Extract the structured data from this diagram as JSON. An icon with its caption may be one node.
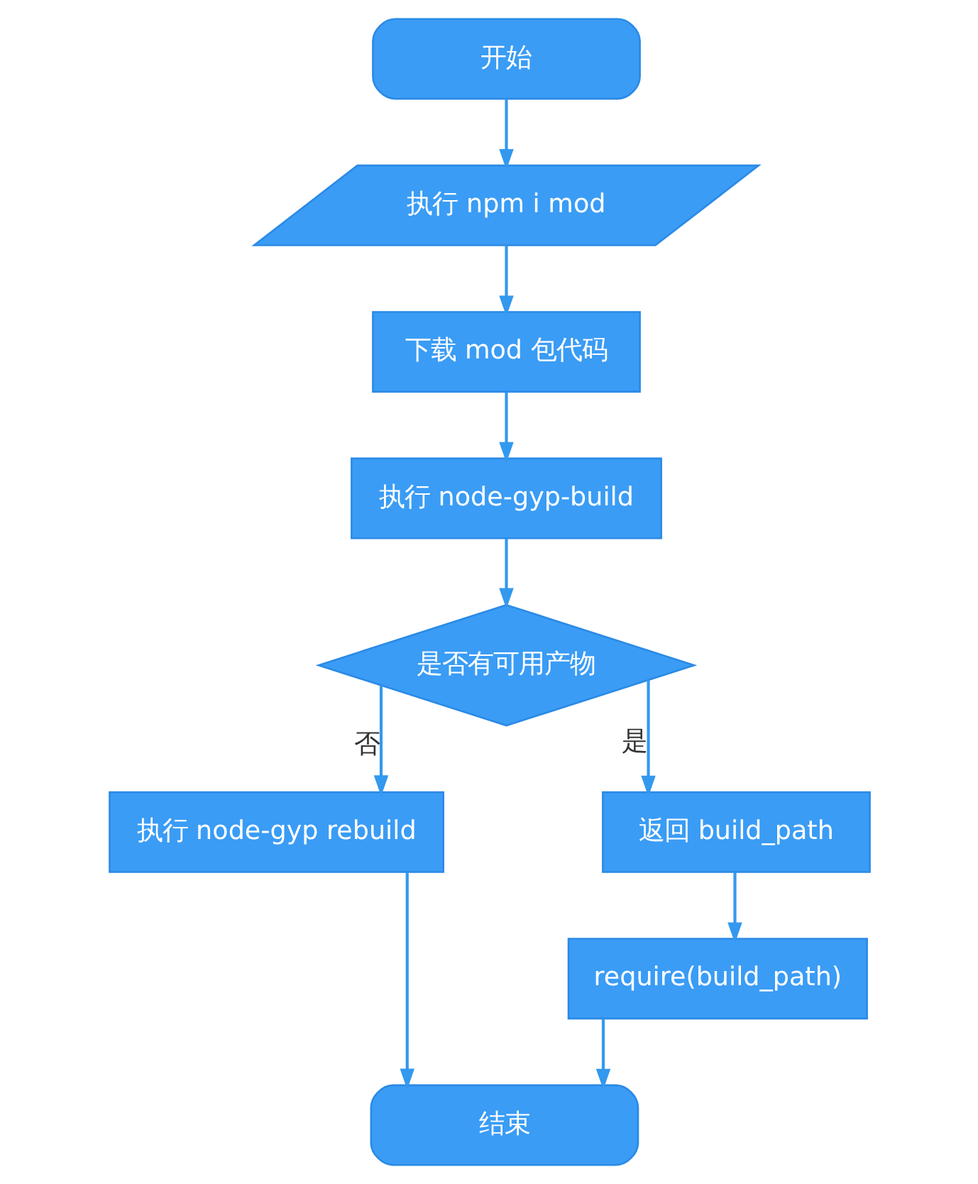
{
  "diagram": {
    "nodes": [
      {
        "text": [
          "开始"
        ]
      },
      {
        "text": [
          "执行 npm i mod"
        ]
      },
      {
        "text": [
          "下载 mod 包代码"
        ]
      },
      {
        "text": [
          "执行 node-gyp-build"
        ]
      },
      {
        "text": [
          "是否有可用产物"
        ]
      },
      {
        "text": [
          "执行 node-gyp rebuild"
        ]
      },
      {
        "text": [
          "返回 build_path"
        ]
      },
      {
        "text": [
          "require(build_path)"
        ]
      },
      {
        "text": [
          "结束"
        ]
      }
    ],
    "edges": [
      {
        "from": 0,
        "to": 1,
        "arrow": "to"
      },
      {
        "from": 1,
        "to": 2,
        "arrow": "to"
      },
      {
        "from": 2,
        "to": 3,
        "arrow": "to"
      },
      {
        "from": 3,
        "to": 4,
        "arrow": "to"
      },
      {
        "from": 4,
        "to": 5,
        "arrow": "to",
        "label": "否"
      },
      {
        "from": 4,
        "to": 6,
        "arrow": "to",
        "label": "是"
      },
      {
        "from": 6,
        "to": 7,
        "arrow": "to"
      },
      {
        "from": 5,
        "to": 8,
        "arrow": "to"
      },
      {
        "from": 7,
        "to": 8,
        "arrow": "to"
      }
    ]
  }
}
